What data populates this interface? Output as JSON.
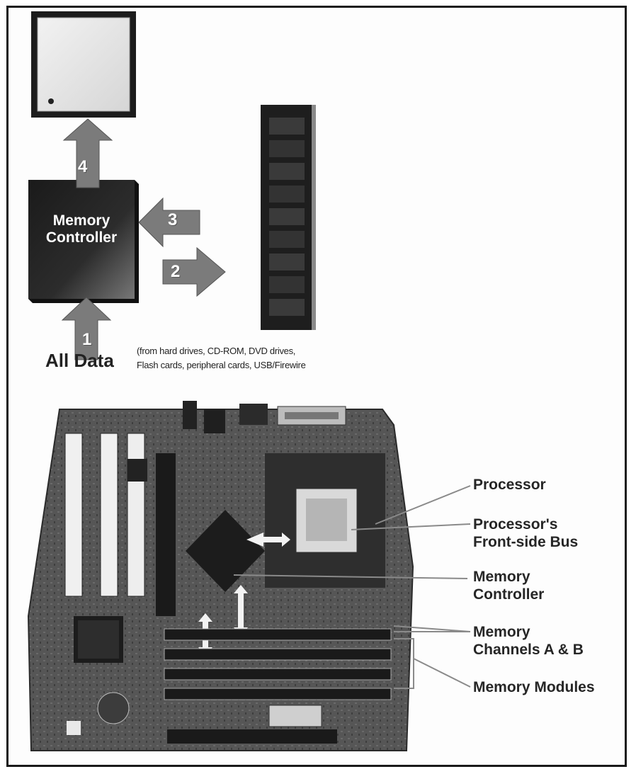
{
  "flow": {
    "memory_controller_label": [
      "Memory",
      "Controller"
    ],
    "step_numbers": [
      "1",
      "2",
      "3",
      "4"
    ],
    "all_data_label": "All Data",
    "source_note_lines": [
      "(from hard drives, CD-ROM, DVD drives,",
      "Flash cards, peripheral cards, USB/Firewire"
    ]
  },
  "callouts": {
    "processor": "Processor",
    "front_side_bus": [
      "Processor's",
      "Front-side Bus"
    ],
    "memory_controller": [
      "Memory",
      "Controller"
    ],
    "memory_channels": [
      "Memory",
      "Channels A & B"
    ],
    "memory_modules": "Memory Modules"
  },
  "colors": {
    "arrow": "#7b7b7b",
    "board": "#4e4e4e",
    "chip_dark": "#202020",
    "text": "#262626",
    "callout_line": "#8a8a8a"
  }
}
